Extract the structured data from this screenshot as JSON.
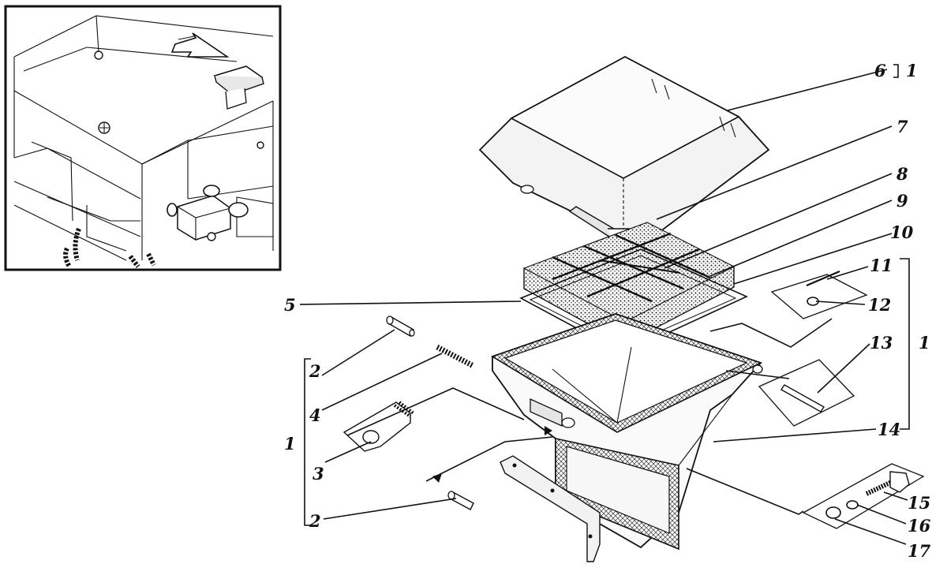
{
  "callouts": {
    "c1a": "1",
    "c1b": "1",
    "c1c": "1",
    "c2a": "2",
    "c2b": "2",
    "c3": "3",
    "c4": "4",
    "c5": "5",
    "c6": "6",
    "c7": "7",
    "c8": "8",
    "c9": "9",
    "c10": "10",
    "c11": "11",
    "c12": "12",
    "c13": "13",
    "c14": "14",
    "c15": "15",
    "c16": "16",
    "c17": "17"
  }
}
